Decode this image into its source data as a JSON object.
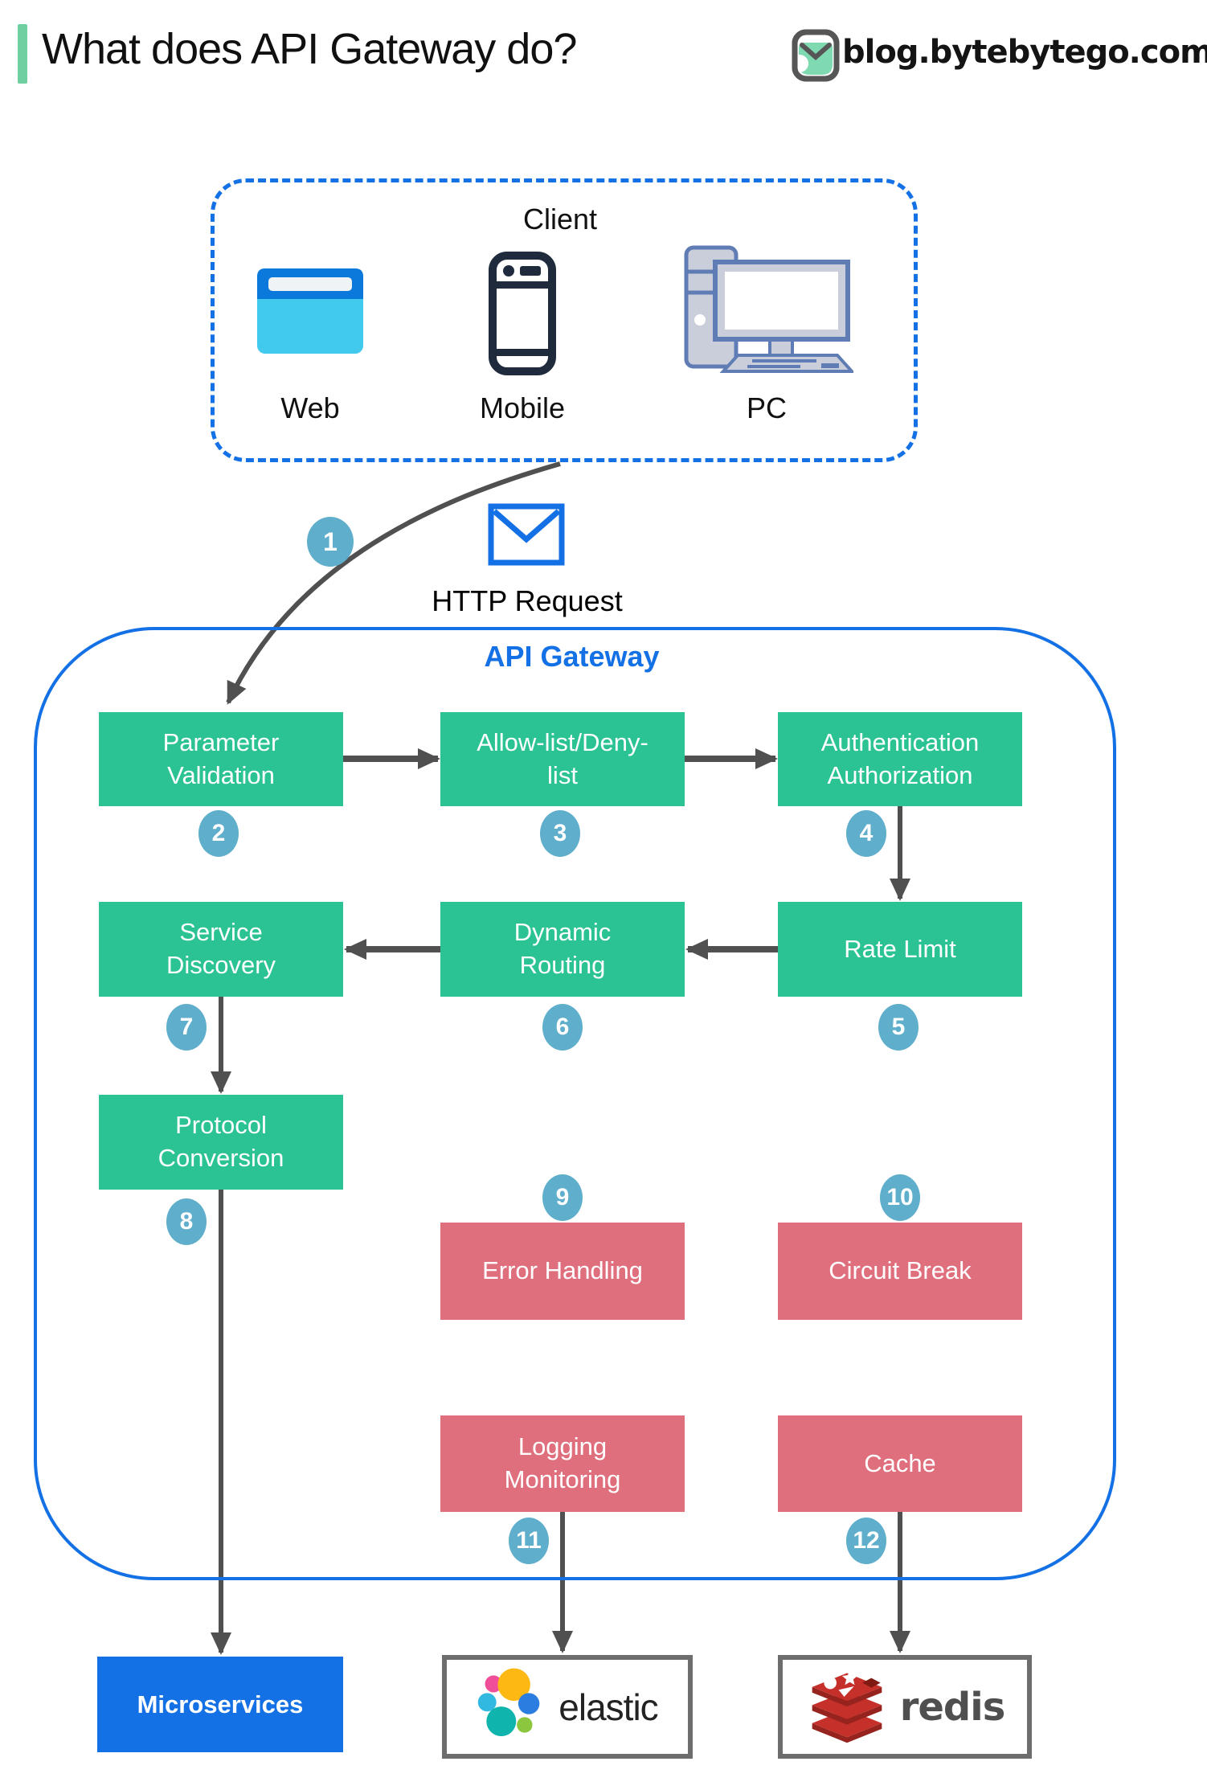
{
  "header": {
    "title": "What does API Gateway do?",
    "site": "blog.bytebytego.com"
  },
  "client": {
    "title": "Client",
    "devices": [
      {
        "label": "Web"
      },
      {
        "label": "Mobile"
      },
      {
        "label": "PC"
      }
    ]
  },
  "request": {
    "num": "1",
    "label": "HTTP Request"
  },
  "gateway": {
    "title": "API Gateway",
    "steps": [
      {
        "num": "2",
        "label": "Parameter\nValidation",
        "type": "green"
      },
      {
        "num": "3",
        "label": "Allow-list/Deny-\nlist",
        "type": "green"
      },
      {
        "num": "4",
        "label": "Authentication\nAuthorization",
        "type": "green"
      },
      {
        "num": "5",
        "label": "Rate Limit",
        "type": "green"
      },
      {
        "num": "6",
        "label": "Dynamic\nRouting",
        "type": "green"
      },
      {
        "num": "7",
        "label": "Service\nDiscovery",
        "type": "green"
      },
      {
        "num": "8",
        "label": "Protocol\nConversion",
        "type": "green"
      },
      {
        "num": "9",
        "label": "Error Handling",
        "type": "pink"
      },
      {
        "num": "10",
        "label": "Circuit Break",
        "type": "pink"
      },
      {
        "num": "11",
        "label": "Logging\nMonitoring",
        "type": "pink"
      },
      {
        "num": "12",
        "label": "Cache",
        "type": "pink"
      }
    ]
  },
  "backends": {
    "microservices": "Microservices",
    "elastic": "elastic",
    "redis": "redis"
  },
  "colors": {
    "step_green": "#2BC294",
    "step_pink": "#E06F7D",
    "badge_blue": "#5FAECB",
    "primary_blue": "#1371E5",
    "arrow_gray": "#505050",
    "accent_green": "#6FCFA0"
  }
}
